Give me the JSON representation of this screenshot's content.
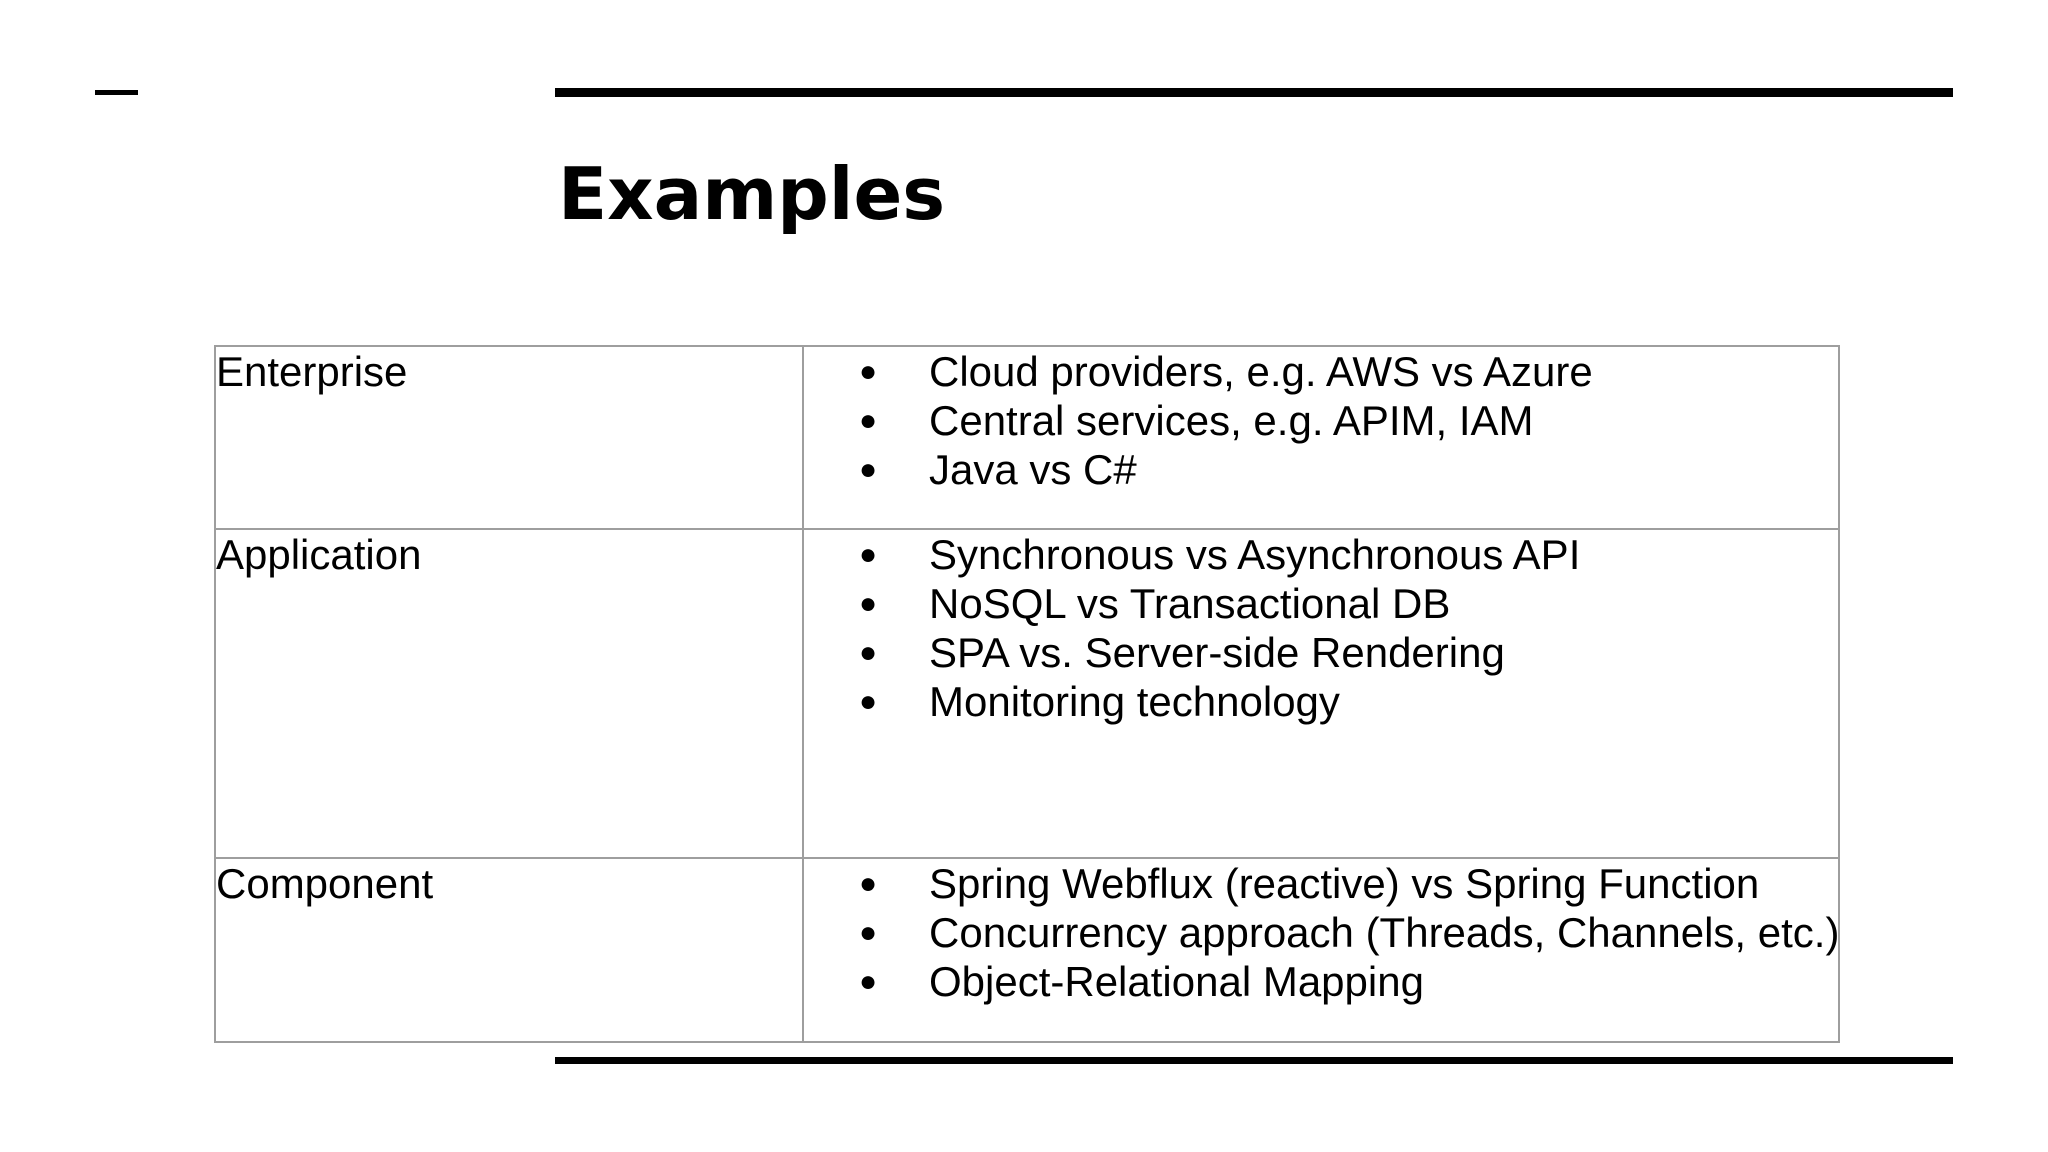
{
  "slide": {
    "title": "Examples",
    "bullet_glyph": "●",
    "table": {
      "rows": [
        {
          "label": "Enterprise",
          "items": [
            "Cloud providers, e.g. AWS vs Azure",
            "Central services, e.g. APIM, IAM",
            "Java vs C#"
          ]
        },
        {
          "label": "Application",
          "items": [
            "Synchronous vs Asynchronous API",
            "NoSQL vs Transactional DB",
            "SPA vs. Server-side Rendering",
            "Monitoring technology"
          ]
        },
        {
          "label": "Component",
          "items": [
            "Spring Webflux (reactive) vs Spring Function",
            "Concurrency approach (Threads, Channels, etc.)",
            "Object-Relational Mapping"
          ]
        }
      ]
    },
    "colors": {
      "background": "#ffffff",
      "text": "#000000",
      "accent_line": "#000000",
      "table_border": "#9e9e9e"
    }
  }
}
